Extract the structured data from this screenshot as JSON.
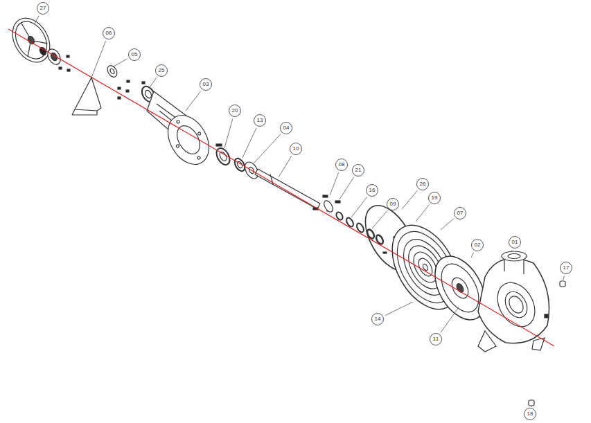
{
  "diagram": {
    "labels": [
      "27",
      "06",
      "05",
      "25",
      "03",
      "20",
      "13",
      "04",
      "10",
      "08",
      "21",
      "16",
      "09",
      "26",
      "19",
      "07",
      "02",
      "01",
      "17",
      "14",
      "11",
      "18"
    ]
  }
}
